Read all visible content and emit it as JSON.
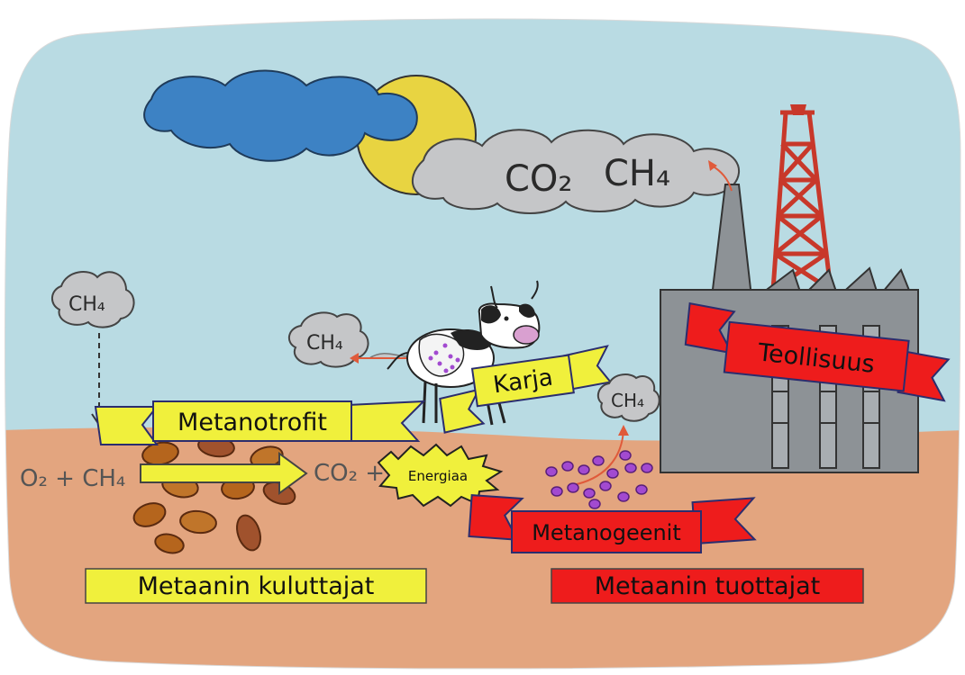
{
  "sky_labels": {
    "cloud_co2": "CO₂",
    "cloud_ch4": "CH₄",
    "left_cloud": "CH₄",
    "cow_cloud": "CH₄",
    "soil_cloud": "CH₄"
  },
  "banners": {
    "teollisuus": "Teollisuus",
    "karja": "Karja",
    "metanotrofit": "Metanotrofit",
    "metanogeenit": "Metanogeenit",
    "energiaa": "Energiaa"
  },
  "equation": {
    "left": "O₂ + CH₄",
    "right": "CO₂ +"
  },
  "legend": {
    "consumers": "Metaanin kuluttajat",
    "producers": "Metaanin tuottajat"
  },
  "colors": {
    "sky": "#b9dbe3",
    "soil": "#e3a57f",
    "yellow": "#f0f03c",
    "red": "#ee1c1c",
    "navy": "#2b2d6e",
    "cloud_grey": "#c5c6c8",
    "blue_cloud": "#3d82c4",
    "sun": "#e8d441",
    "tower": "#c8382a",
    "factory": "#8d9296",
    "purple": "#a24ad0"
  }
}
